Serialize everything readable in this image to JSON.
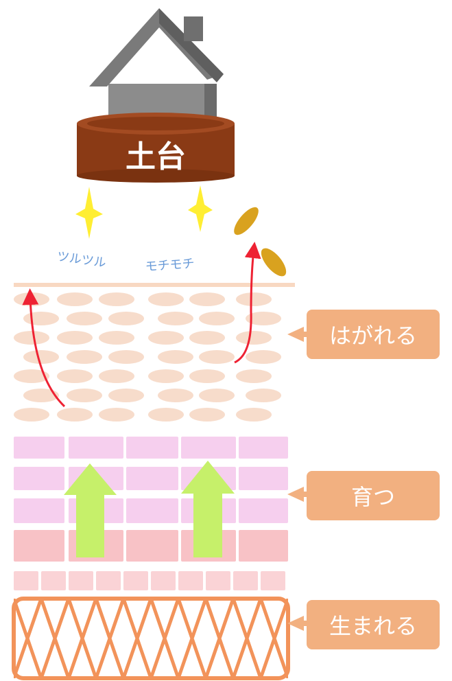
{
  "foundation": {
    "label": "土台"
  },
  "surface_words": [
    "ツルツル",
    "モチモチ"
  ],
  "stages": [
    {
      "label": "はがれる",
      "color": "#f2b080"
    },
    {
      "label": "育つ",
      "color": "#f2b080"
    },
    {
      "label": "生まれる",
      "color": "#f2b080"
    }
  ],
  "colors": {
    "house": "#7a7a7a",
    "foundation": "#8a3a15",
    "sparkle": "#ffee33",
    "flake": "#d9a21f",
    "shedding_cell": "#f7dccb",
    "growing_cell": "#f6cfee",
    "young_cell": "#f8c2c6",
    "basal_layer": "#f2935a",
    "growth_arrow": "#c6f06a",
    "shed_arrow": "#ee2233",
    "surface_word": "#6a9bd8"
  }
}
